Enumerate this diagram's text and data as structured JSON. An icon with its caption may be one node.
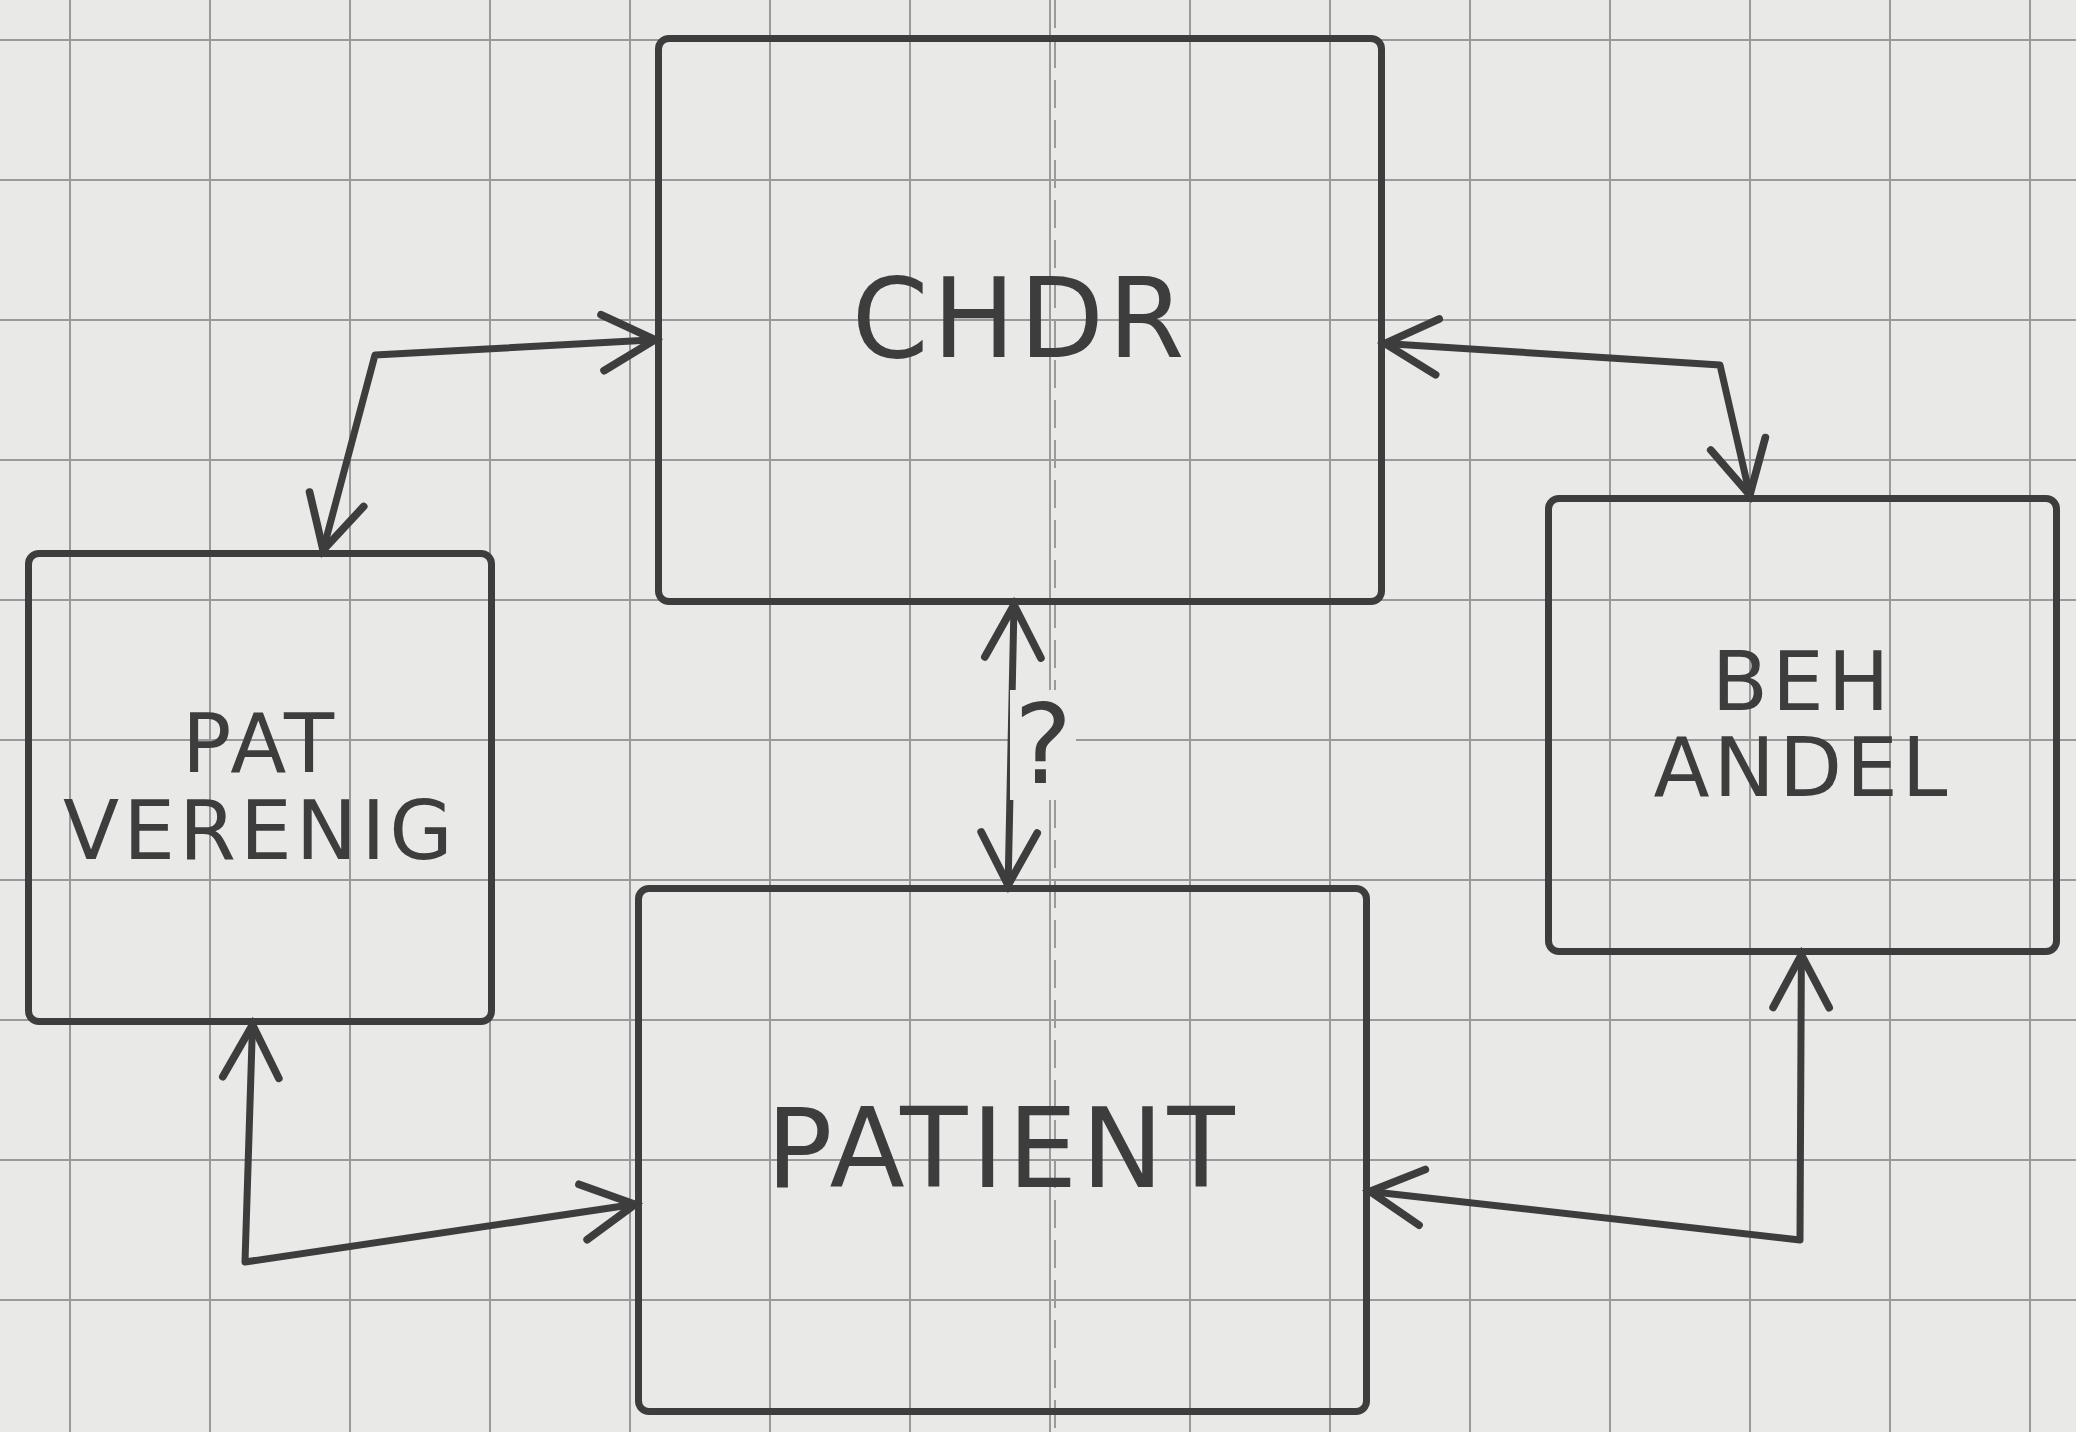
{
  "diagram": {
    "nodes": [
      {
        "text": [
          "CHDR"
        ]
      },
      {
        "text": [
          "PAT VERENIG"
        ]
      },
      {
        "text": [
          "BEH ANDEL"
        ]
      },
      {
        "text": [
          "PATIENT"
        ]
      }
    ],
    "edges": [
      {
        "from": 0,
        "to": 1,
        "arrow": "both"
      },
      {
        "from": 0,
        "to": 2,
        "arrow": "both"
      },
      {
        "from": 0,
        "to": 3,
        "arrow": "both",
        "label": "?"
      },
      {
        "from": 1,
        "to": 3,
        "arrow": "both"
      },
      {
        "from": 2,
        "to": 3,
        "arrow": "both"
      }
    ]
  }
}
